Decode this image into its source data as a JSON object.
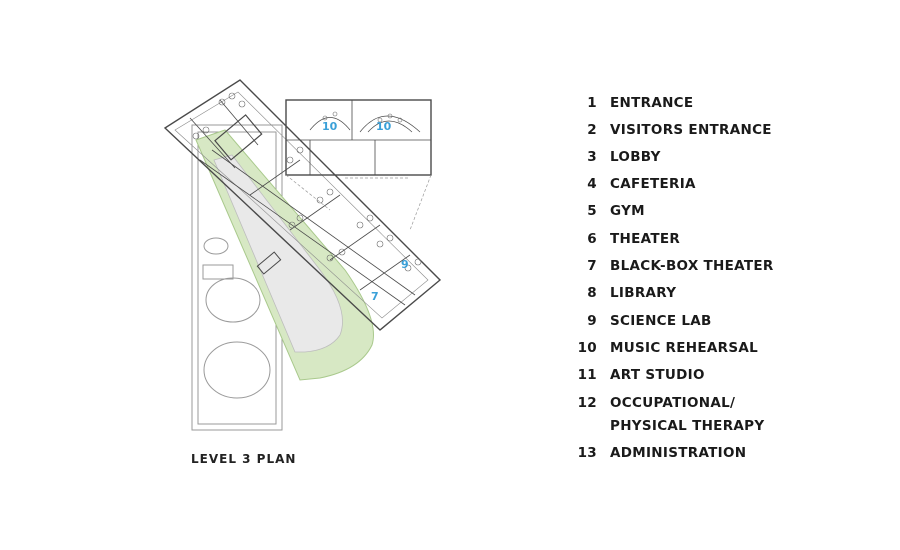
{
  "plan": {
    "caption": "LEVEL 3 PLAN",
    "room_labels": [
      "10",
      "10",
      "9",
      "7"
    ],
    "colors": {
      "line": "#4a4a4a",
      "light_line": "#9a9a9a",
      "garden": "#d7e8c4",
      "garden_edge": "#a9c98c",
      "accent": "#3aa0d8"
    }
  },
  "legend": {
    "items": [
      {
        "num": "1",
        "label": "ENTRANCE"
      },
      {
        "num": "2",
        "label": "VISITORS ENTRANCE"
      },
      {
        "num": "3",
        "label": "LOBBY"
      },
      {
        "num": "4",
        "label": "CAFETERIA"
      },
      {
        "num": "5",
        "label": "GYM"
      },
      {
        "num": "6",
        "label": "THEATER"
      },
      {
        "num": "7",
        "label": "BLACK-BOX THEATER"
      },
      {
        "num": "8",
        "label": "LIBRARY"
      },
      {
        "num": "9",
        "label": "SCIENCE LAB"
      },
      {
        "num": "10",
        "label": "MUSIC REHEARSAL"
      },
      {
        "num": "11",
        "label": "ART STUDIO"
      },
      {
        "num": "12",
        "label": "OCCUPATIONAL/\nPHYSICAL THERAPY"
      },
      {
        "num": "13",
        "label": "ADMINISTRATION"
      }
    ]
  }
}
